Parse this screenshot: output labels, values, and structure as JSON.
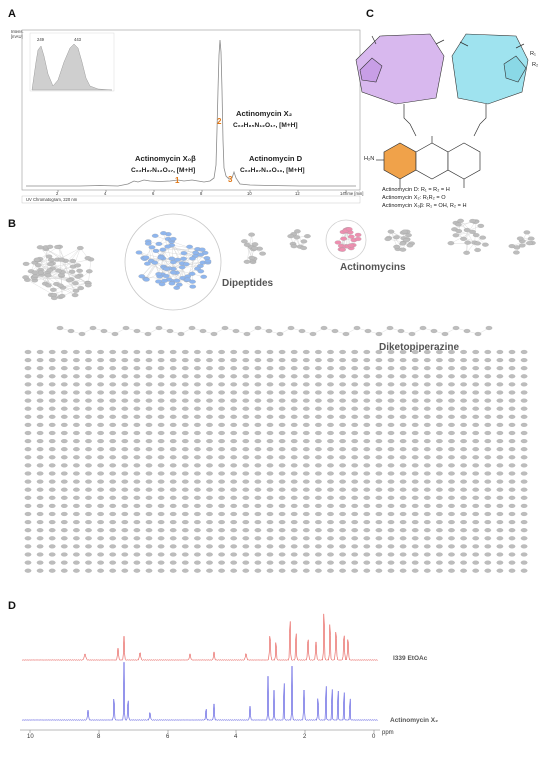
{
  "panels": {
    "a": "A",
    "b": "B",
    "c": "C",
    "d": "D"
  },
  "panel_a": {
    "y_axis_title": "Intens.\n[mAU]",
    "y_axis_title_line1": "Intens.",
    "y_axis_title_line2": "[mAU]",
    "x_axis_unit": "Time [min]",
    "x_ticks": [
      "2",
      "4",
      "6",
      "8",
      "10",
      "12",
      "14"
    ],
    "trace_legend": "UV Chromatogram, 220 nm",
    "inset_peaks": [
      "249",
      "443"
    ],
    "peaks": [
      {
        "number": "1",
        "name": "Actinomycin X₀β",
        "formula": "C₆₂H₈₇N₁₂O₁₇, [M+H]"
      },
      {
        "number": "2",
        "name": "Actinomycin X₂",
        "formula": "C₆₂H₈₅N₁₂O₁₇, [M+H]"
      },
      {
        "number": "3",
        "name": "Actinomycin D",
        "formula": "C₆₂H₈₇N₁₂O₁₆, [M+H]"
      }
    ],
    "trace_color": "#8a8a8a",
    "peak_number_color": "#e07818"
  },
  "panel_b": {
    "clusters": {
      "dipeptides": "Dipeptides",
      "actinomycins": "Actinomycins",
      "diketopiperazine": "Diketopiperazine"
    },
    "node_color": "#bdbdbd",
    "dipeptide_color": "#8fb6ee",
    "actinomycin_color": "#ee8fb0"
  },
  "panel_c": {
    "substituents": [
      "R₁",
      "R₂"
    ],
    "legend": [
      "Actinomycin D: R₁ = R₂ = H",
      "Actinomycin X₂: R₁R₂ = O",
      "Actinomycin X₀β: R₁ = OH, R₂ = H"
    ],
    "amine_label": "H₂N",
    "ring_left_color": "#d8b8ee",
    "ring_right_color": "#9fe3ef",
    "core_color": "#f0a24a"
  },
  "panel_d": {
    "traces": [
      {
        "label": "I339 EtOAc",
        "color": "#e0302a"
      },
      {
        "label": "Actinomycin X₂",
        "color": "#2a2ad8"
      }
    ],
    "x_ticks": [
      "10",
      "8",
      "6",
      "4",
      "2",
      "0"
    ],
    "x_unit": "ppm"
  }
}
